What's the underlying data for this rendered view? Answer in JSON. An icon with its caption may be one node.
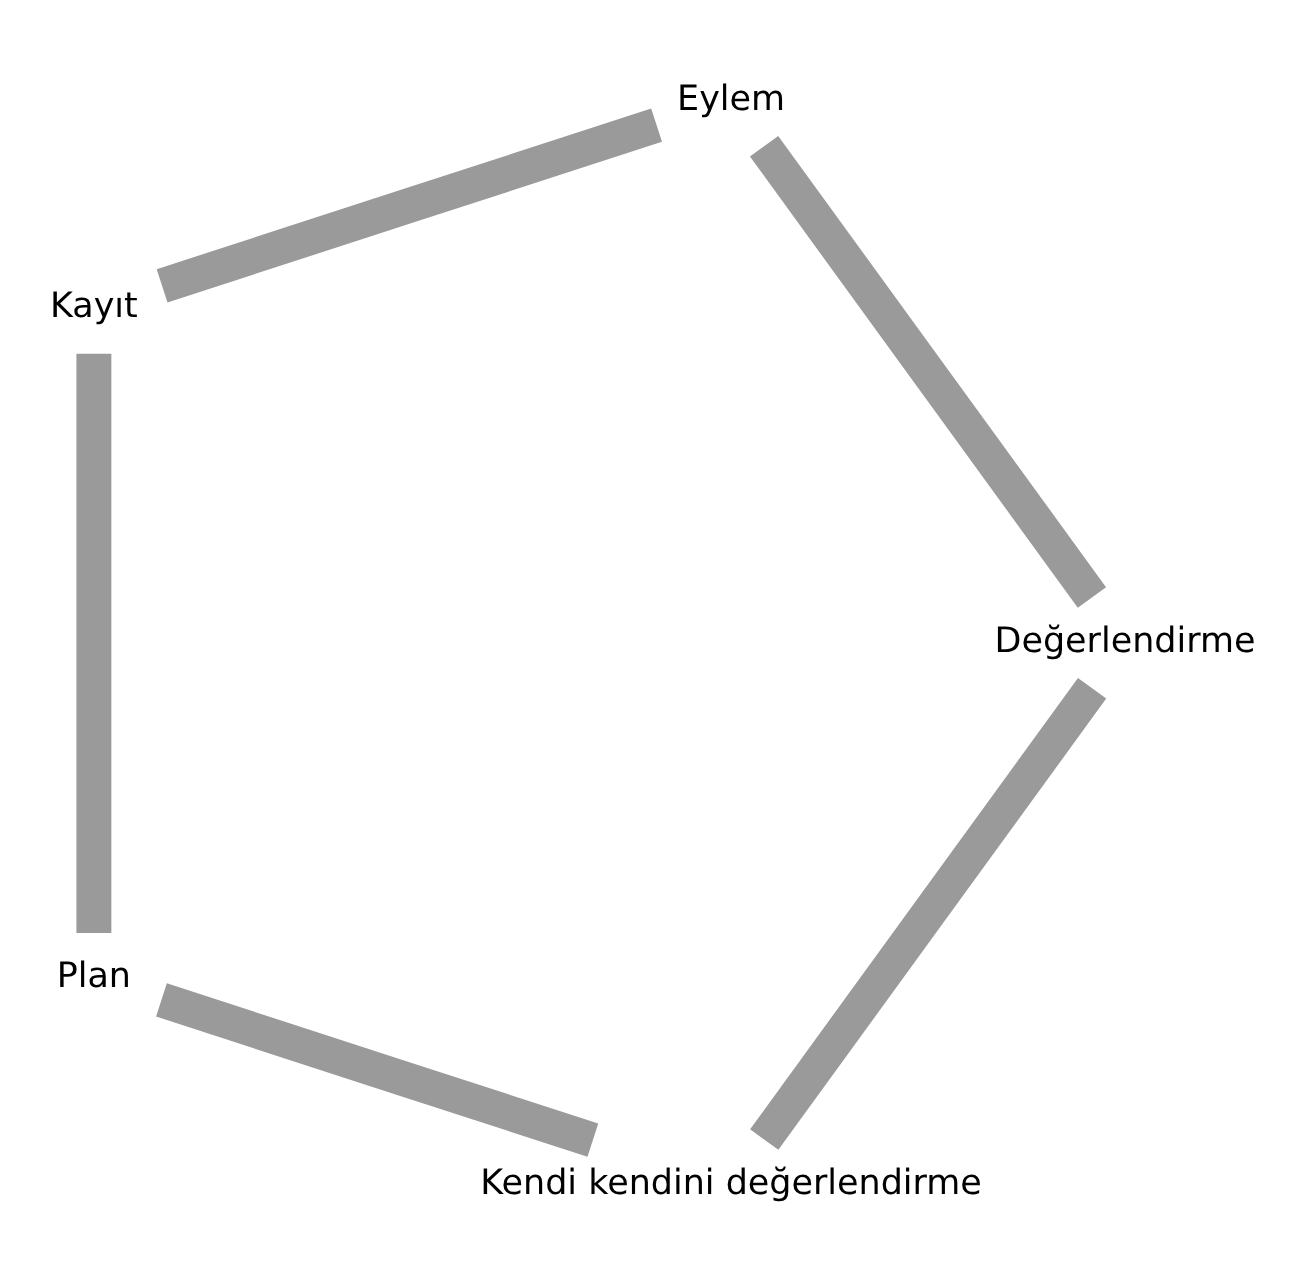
{
  "diagram": {
    "nodes": [
      {
        "text": [
          "Kendi kendini değerlendirme"
        ]
      },
      {
        "text": [
          "Plan"
        ]
      },
      {
        "text": [
          "Kayıt"
        ]
      },
      {
        "text": [
          "Değerlendirme"
        ]
      },
      {
        "text": [
          "Eylem"
        ]
      }
    ],
    "edges": [
      {
        "from": 0,
        "to": 1,
        "arrow": "none"
      },
      {
        "from": 1,
        "to": 2,
        "arrow": "none"
      },
      {
        "from": 2,
        "to": 4,
        "arrow": "none"
      },
      {
        "from": 4,
        "to": 3,
        "arrow": "none"
      },
      {
        "from": 3,
        "to": 0,
        "arrow": "none"
      }
    ]
  }
}
